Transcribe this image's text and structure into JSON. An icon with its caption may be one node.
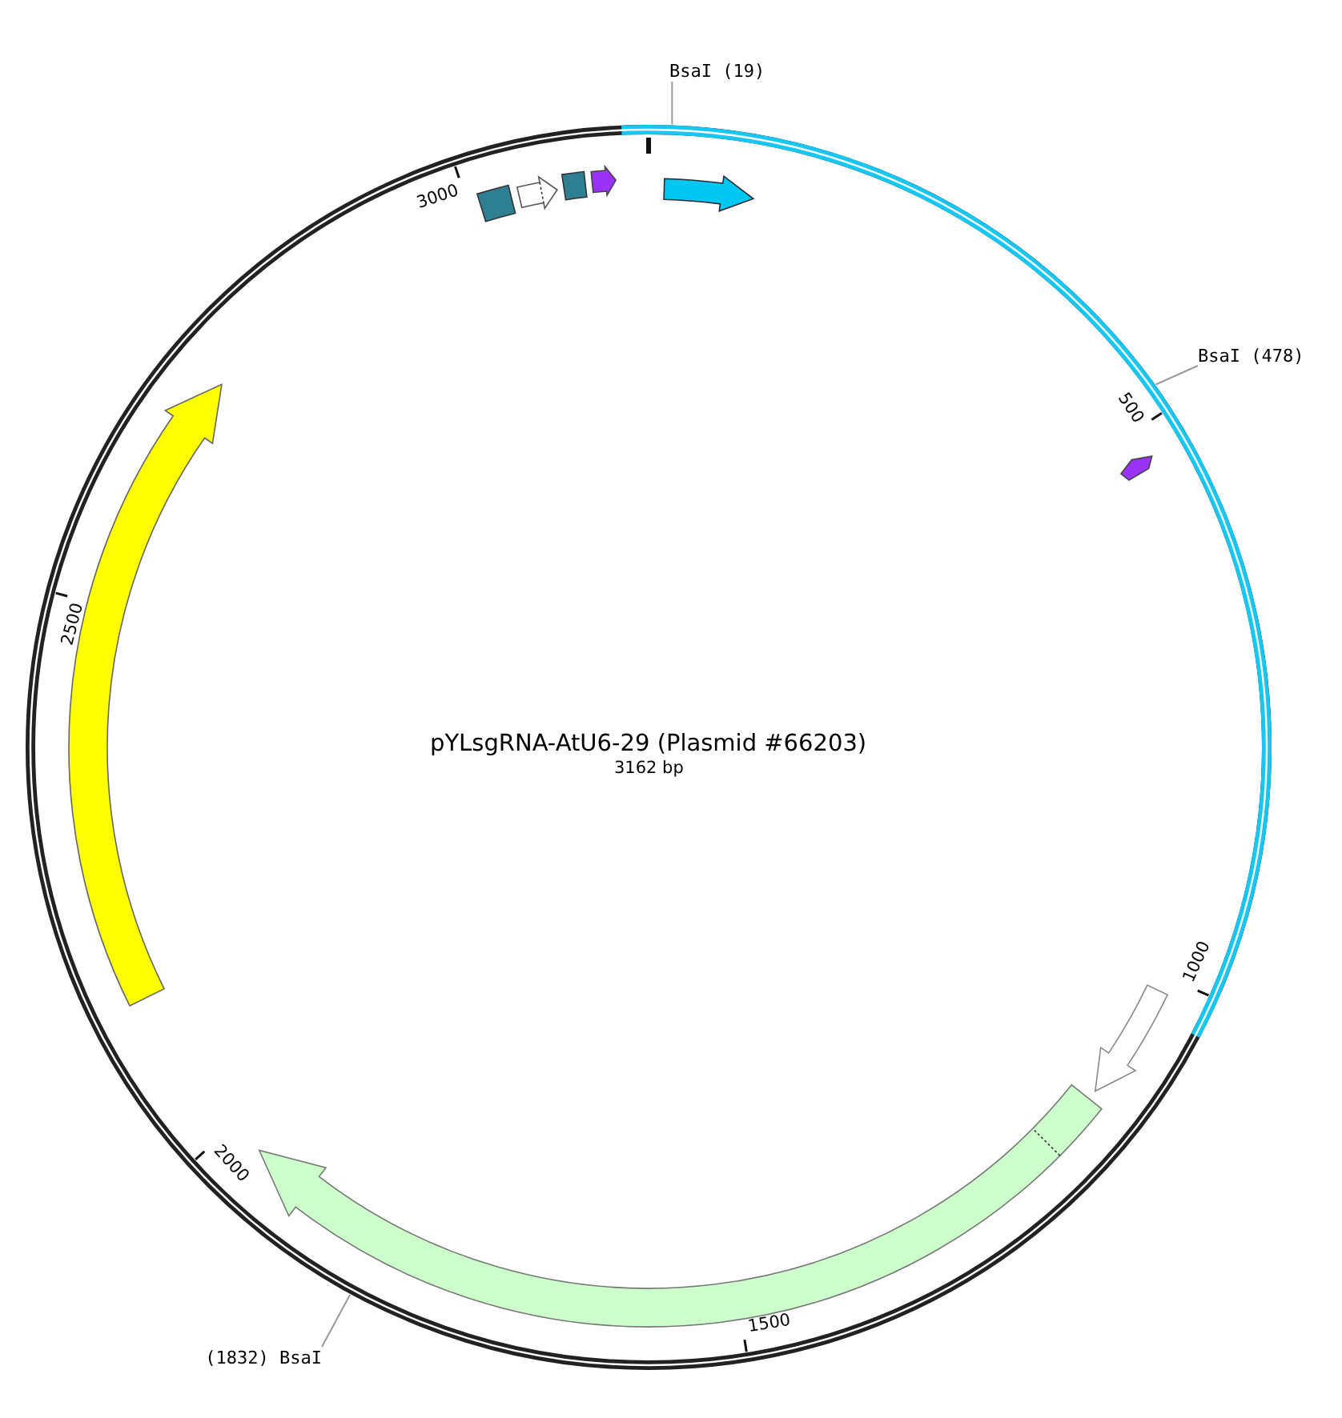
{
  "diagram": {
    "title": "pYLsgRNA-AtU6-29 (Plasmid #66203)",
    "nodes": [
      {
        "text": [
          "BsaI (19)"
        ]
      },
      {
        "text": [
          "BsaI (478)"
        ]
      },
      {
        "text": [
          "(1832) BsaI"
        ]
      }
    ],
    "edges": [
      {
        "from": 0,
        "to": null,
        "arrow": "none"
      },
      {
        "from": 1,
        "to": null,
        "arrow": "none"
      },
      {
        "from": 2,
        "to": null,
        "arrow": "none"
      }
    ],
    "labels": [
      "3000",
      "500",
      "2500",
      "3162 bp",
      "1000",
      "2000",
      "1500"
    ]
  }
}
